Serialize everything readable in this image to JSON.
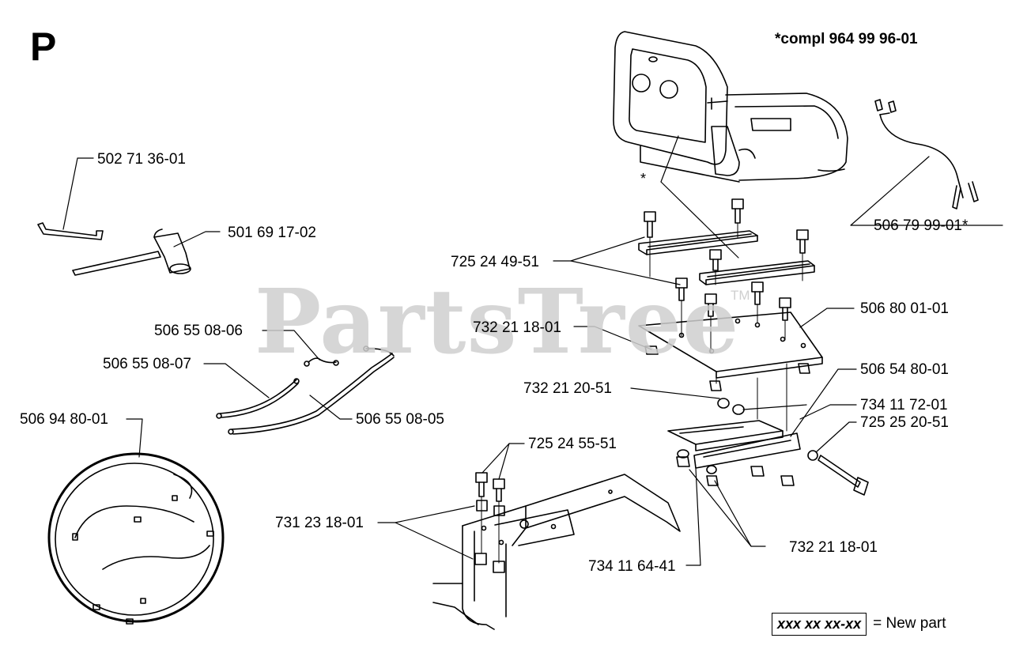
{
  "section_letter": "P",
  "kit_note": "*compl 964 99 96-01",
  "watermark": "PartsTree",
  "watermark_tm": "TM",
  "seat_asterisk": "*",
  "parts": {
    "p1": "502 71 36-01",
    "p2": "501 69 17-02",
    "p3": "506 55 08-06",
    "p4": "506 55 08-07",
    "p5": "506 55 08-05",
    "p6": "506 94 80-01",
    "p7": "506 79 99-01*",
    "p8": "725 24 49-51",
    "p9": "506 80 01-01",
    "p10": "732 21 18-01",
    "p11": "732 21 20-51",
    "p12": "506 54 80-01",
    "p13": "734 11 72-01",
    "p14": "725 25 20-51",
    "p15": "725 24 55-51",
    "p16": "731 23 18-01",
    "p17": "732 21 18-01",
    "p18": "734 11 64-41"
  },
  "legend": {
    "sample": "xxx xx xx-xx",
    "text": "= New part"
  }
}
